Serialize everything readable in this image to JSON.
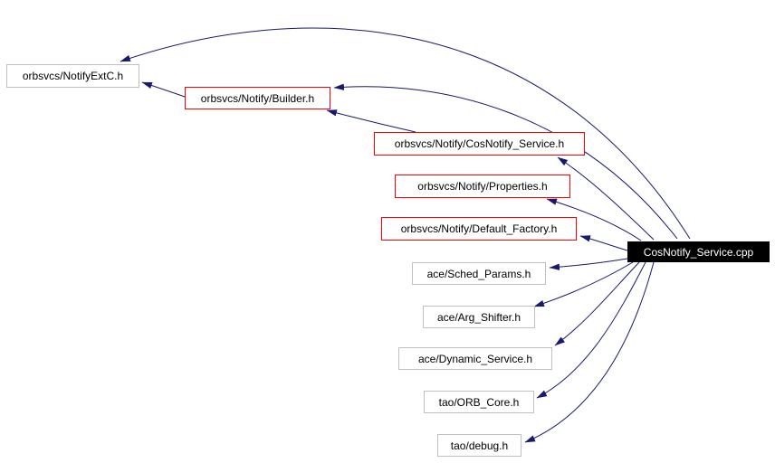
{
  "diagram": {
    "kind": "include-dependency-graph",
    "main_file": "CosNotify_Service.cpp",
    "colors": {
      "edge": "#191970",
      "red_node_border": "#ff0000",
      "plain_node_border": "#c0c0c0",
      "main_node_background": "#000000",
      "main_node_text": "#ffffff",
      "node_background": "#ffffff",
      "page_background": "#ffffff"
    },
    "nodes": [
      {
        "label": "orbsvcs/NotifyExtC.h",
        "style": "plain"
      },
      {
        "label": "orbsvcs/Notify/Builder.h",
        "style": "red"
      },
      {
        "label": "orbsvcs/Notify/CosNotify_Service.h",
        "style": "red"
      },
      {
        "label": "orbsvcs/Notify/Properties.h",
        "style": "red"
      },
      {
        "label": "orbsvcs/Notify/Default_Factory.h",
        "style": "red"
      },
      {
        "label": "ace/Sched_Params.h",
        "style": "plain"
      },
      {
        "label": "ace/Arg_Shifter.h",
        "style": "plain"
      },
      {
        "label": "ace/Dynamic_Service.h",
        "style": "plain"
      },
      {
        "label": "tao/ORB_Core.h",
        "style": "plain"
      },
      {
        "label": "tao/debug.h",
        "style": "plain"
      },
      {
        "label": "CosNotify_Service.cpp",
        "style": "main"
      }
    ],
    "edges": [
      {
        "from": "CosNotify_Service.cpp",
        "to": "orbsvcs/NotifyExtC.h"
      },
      {
        "from": "CosNotify_Service.cpp",
        "to": "orbsvcs/Notify/Builder.h"
      },
      {
        "from": "CosNotify_Service.cpp",
        "to": "orbsvcs/Notify/CosNotify_Service.h"
      },
      {
        "from": "CosNotify_Service.cpp",
        "to": "orbsvcs/Notify/Properties.h"
      },
      {
        "from": "CosNotify_Service.cpp",
        "to": "orbsvcs/Notify/Default_Factory.h"
      },
      {
        "from": "CosNotify_Service.cpp",
        "to": "ace/Sched_Params.h"
      },
      {
        "from": "CosNotify_Service.cpp",
        "to": "ace/Arg_Shifter.h"
      },
      {
        "from": "CosNotify_Service.cpp",
        "to": "ace/Dynamic_Service.h"
      },
      {
        "from": "CosNotify_Service.cpp",
        "to": "tao/ORB_Core.h"
      },
      {
        "from": "CosNotify_Service.cpp",
        "to": "tao/debug.h"
      },
      {
        "from": "orbsvcs/Notify/Builder.h",
        "to": "orbsvcs/NotifyExtC.h"
      },
      {
        "from": "orbsvcs/Notify/CosNotify_Service.h",
        "to": "orbsvcs/Notify/Builder.h"
      }
    ]
  }
}
